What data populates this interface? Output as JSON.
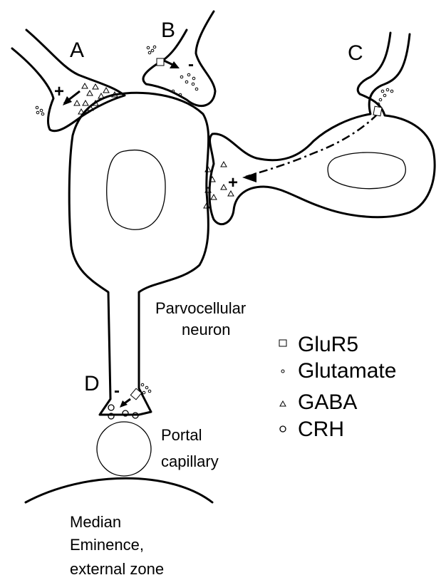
{
  "labels": {
    "a": "A",
    "b": "B",
    "c": "C",
    "d": "D",
    "parvo_line1": "Parvocellular",
    "parvo_line2": "neuron",
    "portal_line1": "Portal",
    "portal_line2": "capillary",
    "median_line1": "Median",
    "median_line2": "Eminence,",
    "median_line3": "external zone"
  },
  "signs": {
    "a": "+",
    "b": "-",
    "c": "+",
    "d": "-"
  },
  "legend": [
    {
      "label": "GluR5",
      "icon": "square-icon"
    },
    {
      "label": "Glutamate",
      "icon": "dot-icon"
    },
    {
      "label": "GABA",
      "icon": "triangle-icon"
    },
    {
      "label": "CRH",
      "icon": "hexagon-icon"
    }
  ]
}
